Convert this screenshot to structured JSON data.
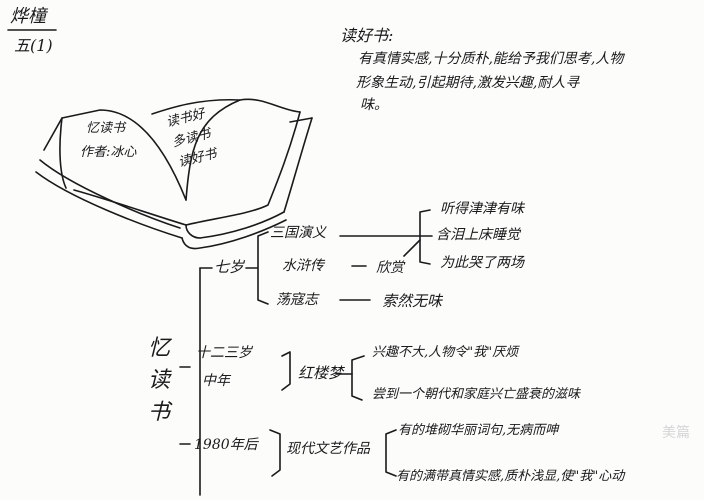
{
  "header": {
    "name": "烨橦",
    "class_label": "五(1)"
  },
  "reading_notes": {
    "title": "读好书:",
    "lines": [
      "有真情实感,十分质朴,能给予我们思考,人物",
      "形象生动,引起期待,激发兴趣,耐人寻",
      "味。"
    ]
  },
  "book": {
    "left_page": [
      "忆读书",
      "作者:冰心"
    ],
    "right_page": [
      "读书好",
      "多读书",
      "读好书"
    ]
  },
  "mindmap": {
    "center": [
      "忆",
      "读",
      "书"
    ],
    "branches": [
      {
        "stage": [
          "七岁"
        ],
        "items": [
          {
            "work": "三国演义",
            "notes": [
              "听得津津有味",
              "含泪上床睡觉",
              "为此哭了两场"
            ]
          },
          {
            "work": "水浒传",
            "mid": "欣赏"
          },
          {
            "work": "荡寇志",
            "notes": [
              "索然无味"
            ]
          }
        ]
      },
      {
        "stage": [
          "十二三岁",
          "中年"
        ],
        "items": [
          {
            "work": "红楼梦",
            "notes": [
              "兴趣不大,人物令\"我\"厌烦",
              "尝到一个朝代和家庭兴亡盛衰的滋味"
            ]
          }
        ]
      },
      {
        "stage": [
          "1980年后"
        ],
        "items": [
          {
            "work": "现代文艺作品",
            "notes": [
              "有的堆砌华丽词句,无病而呻",
              "有的满带真情实感,质朴浅显,使\"我\"心动"
            ]
          }
        ]
      }
    ]
  },
  "watermark": "美篇",
  "colors": {
    "ink": "#1a1a1a",
    "paper": "#fcfcfb",
    "watermark": "#d6d6d6"
  }
}
